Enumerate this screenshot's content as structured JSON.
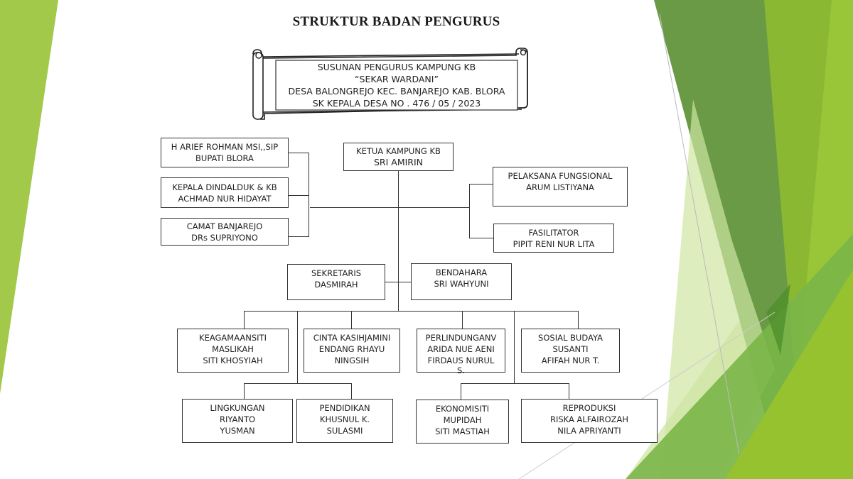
{
  "page": {
    "title": "STRUKTUR BADAN PENGURUS",
    "theme_colors": {
      "left_accent": "#a2c94a",
      "right_dark": "#6a9a45",
      "right_mid": "#8ab833",
      "right_light": "#9ac63a",
      "right_pale": "#d6e9b0"
    }
  },
  "header_scroll": {
    "lines": [
      "SUSUNAN PENGURUS KAMPUNG KB",
      "“SEKAR WARDANI”",
      "DESA BALONGREJO KEC. BANJAREJO KAB. BLORA",
      "SK KEPALA DESA NO . 476 / 05 / 2023"
    ]
  },
  "advisors": [
    {
      "line1": "H ARIEF ROHMAN MSI,,SIP",
      "line2": "BUPATI BLORA"
    },
    {
      "line1": "KEPALA DINDALDUK & KB",
      "line2": "ACHMAD NUR HIDAYAT"
    },
    {
      "line1": "CAMAT BANJAREJO",
      "line2": "DRs SUPRIYONO"
    }
  ],
  "chair": {
    "line1": "KETUA KAMPUNG KB",
    "line2": "SRI AMIRIN"
  },
  "support": [
    {
      "line1": "PELAKSANA FUNGSIONAL",
      "line2": "ARUM LISTIYANA"
    },
    {
      "line1": "FASILITATOR",
      "line2": "PIPIT RENI NUR LITA"
    }
  ],
  "officers": [
    {
      "line1": "SEKRETARIS",
      "line2": "DASMIRAH"
    },
    {
      "line1": "BENDAHARA",
      "line2": "SRI WAHYUNI"
    }
  ],
  "sections_row1": [
    {
      "lines": [
        "KEAGAMAANSITI",
        "MASLIKAH",
        "SITI KHOSYIAH"
      ]
    },
    {
      "lines": [
        "CINTA KASIHJAMINI",
        "ENDANG RHAYU",
        "NINGSIH"
      ]
    },
    {
      "lines": [
        "PERLINDUNGANV",
        "ARIDA NUE AENI",
        "FIRDAUS NURUL",
        "S."
      ]
    },
    {
      "lines": [
        "SOSIAL BUDAYA",
        "SUSANTI",
        "AFIFAH NUR T."
      ]
    }
  ],
  "sections_row2": [
    {
      "lines": [
        "LINGKUNGAN",
        "RIYANTO",
        "YUSMAN"
      ]
    },
    {
      "lines": [
        "PENDIDIKAN",
        "KHUSNUL K.",
        "SULASMI"
      ]
    },
    {
      "lines": [
        "EKONOMISITI",
        "MUPIDAH",
        "SITI MASTIAH"
      ]
    },
    {
      "lines": [
        "REPRODUKSI",
        "RISKA ALFAIROZAH",
        "NILA APRIYANTI"
      ]
    }
  ]
}
